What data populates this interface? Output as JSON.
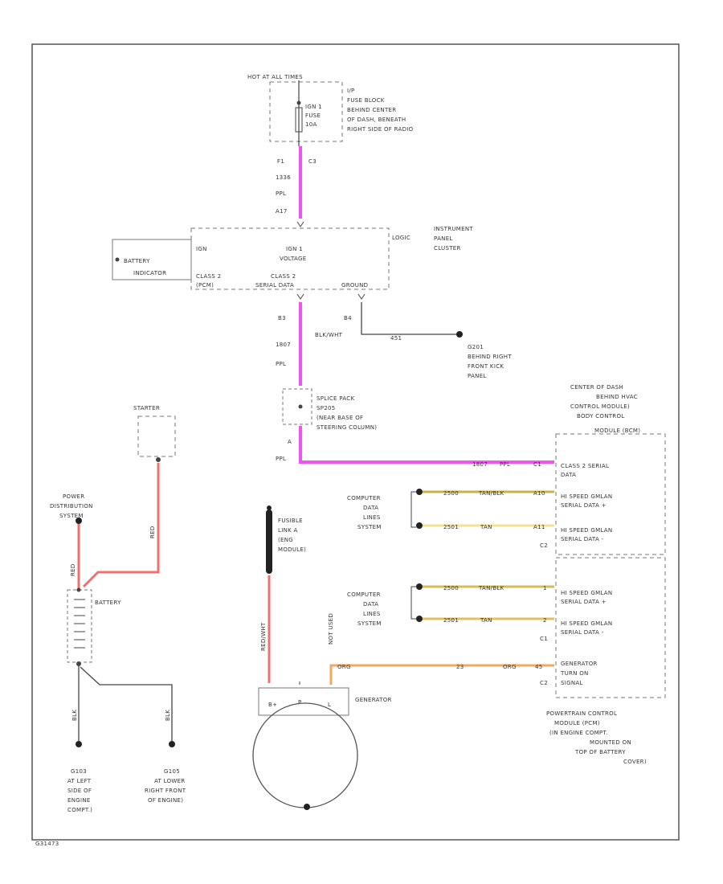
{
  "fuse_block": {
    "power_label": "HOT AT ALL TIMES",
    "fuse_name": "IGN 1",
    "fuse_word": "FUSE",
    "fuse_rating": "10A",
    "location": [
      "I/P",
      "FUSE BLOCK",
      "BEHIND CENTER",
      "OF DASH, BENEATH",
      "RIGHT SIDE OF RADIO"
    ]
  },
  "wire_fuse_to_cluster": {
    "pin_top": "F1",
    "connector": "C3",
    "circuit": "1336",
    "color": "PPL",
    "pin_bottom": "A17"
  },
  "cluster": {
    "name": [
      "INSTRUMENT",
      "PANEL",
      "CLUSTER"
    ],
    "ign_label": "IGN",
    "ign_voltage": [
      "IGN 1",
      "VOLTAGE"
    ],
    "logic_label": "LOGIC",
    "class2_left": [
      "CLASS 2",
      "(PCM)"
    ],
    "class2_serial": [
      "CLASS 2",
      "SERIAL DATA"
    ],
    "ground_label": "GROUND",
    "battery_indicator": [
      "BATTERY",
      "INDICATOR"
    ]
  },
  "wire_cluster_to_splice": {
    "pin": "B3",
    "circuit": "1807",
    "color": "PPL"
  },
  "ground_wire": {
    "pin": "B4",
    "color": "BLK/WHT",
    "circuit": "451",
    "ground_name": "G201",
    "ground_location": [
      "BEHIND RIGHT",
      "FRONT KICK",
      "PANEL"
    ]
  },
  "splice": {
    "name": "SPLICE PACK",
    "id": "SP205",
    "location": [
      "(NEAR BASE OF",
      "STEERING COLUMN)"
    ],
    "pin": "A",
    "color": "PPL"
  },
  "bcm_top": {
    "location": [
      "CENTER OF DASH",
      "BEHIND HVAC",
      "CONTROL MODULE)"
    ],
    "name": "BODY CONTROL",
    "name2": "MODULE (BCM)"
  },
  "class2_wire": {
    "circuit": "1807",
    "color": "PPL",
    "pin": "C1",
    "label": [
      "CLASS 2 SERIAL",
      "DATA"
    ]
  },
  "data_top": {
    "system": [
      "COMPUTER",
      "DATA",
      "LINES",
      "SYSTEM"
    ],
    "wire1": {
      "circuit": "2500",
      "color": "TAN/BLK",
      "pin": "A10"
    },
    "wire2": {
      "circuit": "2501",
      "color": "TAN",
      "pin": "A11"
    },
    "label1": [
      "HI SPEED GMLAN",
      "SERIAL DATA +"
    ],
    "label2": [
      "HI SPEED GMLAN",
      "SERIAL DATA -"
    ],
    "connector": "C2"
  },
  "data_bottom": {
    "system": [
      "COMPUTER",
      "DATA",
      "LINES",
      "SYSTEM"
    ],
    "wire1": {
      "circuit": "2500",
      "color": "TAN/BLK",
      "pin": "1"
    },
    "wire2": {
      "circuit": "2501",
      "color": "TAN",
      "pin": "2"
    },
    "label1": [
      "HI SPEED GMLAN",
      "SERIAL DATA +"
    ],
    "label2": [
      "HI SPEED GMLAN",
      "SERIAL DATA -"
    ],
    "connector": "C1"
  },
  "gen_wire": {
    "color_top": "ORG",
    "circuit": "23",
    "color": "ORG",
    "pin": "45",
    "label": [
      "GENERATOR",
      "TURN ON",
      "SIGNAL"
    ],
    "connector": "C2"
  },
  "pcm": {
    "name": [
      "POWERTRAIN CONTROL",
      "MODULE (PCM)",
      "(IN ENGINE COMPT.",
      "MOUNTED ON",
      "TOP OF BATTERY",
      "COVER)"
    ]
  },
  "starter": {
    "name": "STARTER",
    "wire_color": "RED"
  },
  "power_dist": {
    "name": [
      "POWER",
      "DISTRIBUTION",
      "SYSTEM"
    ],
    "wire_color": "RED"
  },
  "battery": {
    "name": "BATTERY"
  },
  "grounds_left": {
    "wire1": "BLK",
    "wire2": "BLK",
    "g1_name": "G103",
    "g1_location": [
      "AT LEFT",
      "SIDE OF",
      "ENGINE",
      "COMPT.)"
    ],
    "g2_name": "G105",
    "g2_location": [
      "AT LOWER",
      "RIGHT FRONT",
      "OF ENGINE)"
    ]
  },
  "fusible_link": {
    "name": [
      "FUSIBLE",
      "LINK A",
      "(ENG",
      "MODULE)"
    ],
    "wire_color": "RED/WHT"
  },
  "generator": {
    "name": "GENERATOR",
    "not_used": "NOT USED",
    "terminals": [
      "B+",
      "P",
      "L"
    ]
  },
  "diagram_id": "G31473"
}
